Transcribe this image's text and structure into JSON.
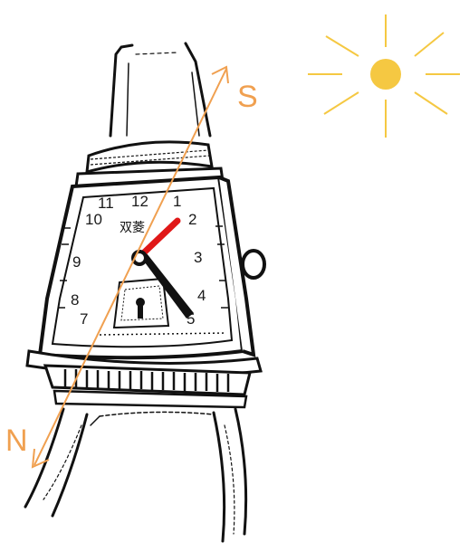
{
  "labels": {
    "south": "S",
    "north": "N"
  },
  "dial": {
    "numbers": [
      "11",
      "12",
      "1",
      "10",
      "2",
      "9",
      "3",
      "8",
      "4",
      "7",
      "5"
    ],
    "brand_mark": "双菱"
  },
  "colors": {
    "compass_line": "#f0a050",
    "compass_label": "#f0a050",
    "sun": "#f5c842",
    "hour_hand": "#e01818",
    "ink": "#111111"
  },
  "icons": {
    "sun": "sun-icon",
    "wristwatch": "wristwatch-illustration"
  }
}
